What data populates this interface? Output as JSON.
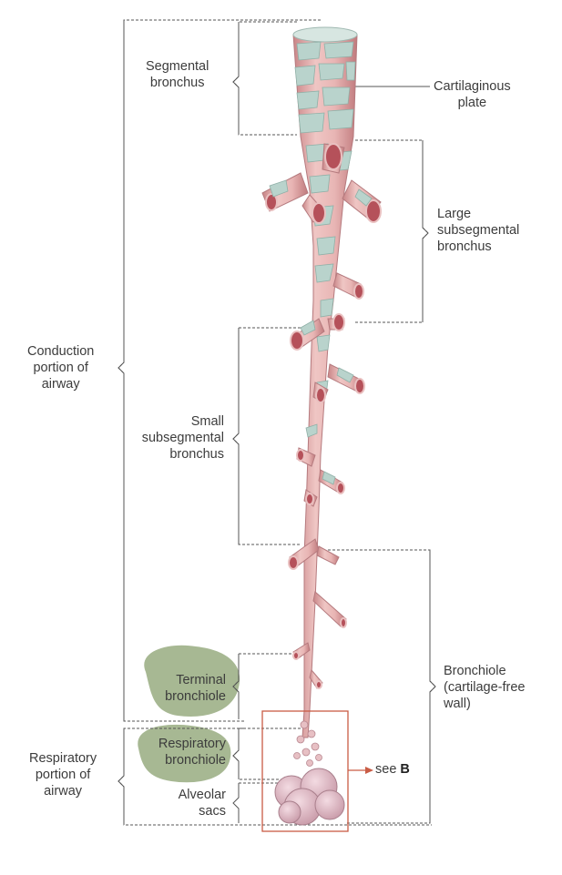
{
  "labels": {
    "segmental_bronchus": [
      "Segmental",
      "bronchus"
    ],
    "cartilaginous_plate": [
      "Cartilaginous",
      "plate"
    ],
    "large_subsegmental_bronchus": [
      "Large",
      "subsegmental",
      "bronchus"
    ],
    "conduction_portion": [
      "Conduction",
      "portion of",
      "airway"
    ],
    "small_subsegmental_bronchus": [
      "Small",
      "subsegmental",
      "bronchus"
    ],
    "bronchiole": [
      "Bronchiole",
      "(cartilage-free",
      "wall)"
    ],
    "terminal_bronchiole": [
      "Terminal",
      "bronchiole"
    ],
    "respiratory_bronchiole": [
      "Respiratory",
      "bronchiole"
    ],
    "respiratory_portion": [
      "Respiratory",
      "portion of",
      "airway"
    ],
    "alveolar_sacs": [
      "Alveolar",
      "sacs"
    ],
    "see_b_prefix": "see",
    "see_b_target": "B"
  },
  "colors": {
    "tissue_pink": "#e8b5b4",
    "tissue_dark": "#c98587",
    "cartilage": "#b9d3cc",
    "lumen": "#b5515a",
    "highlight_green": "#a7b893",
    "callout_box": "#c95c45",
    "bracket_line": "#555555"
  }
}
